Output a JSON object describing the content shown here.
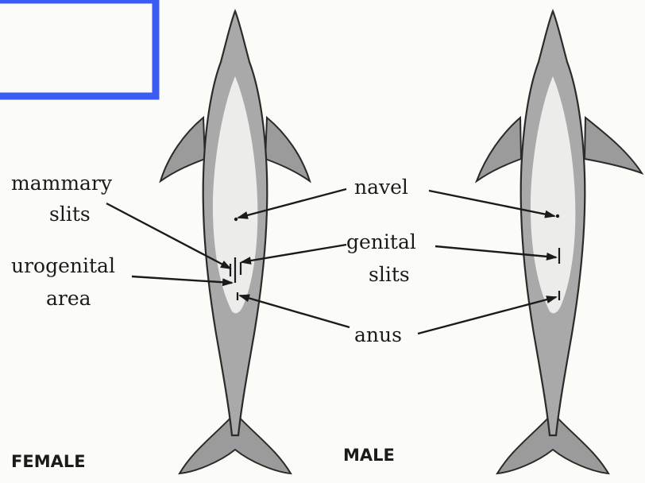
{
  "labels": {
    "mammary": "mammary",
    "slits_left": "slits",
    "urogenital": "urogenital",
    "area": "area",
    "navel": "navel",
    "genital": "genital",
    "slits_center": "slits",
    "anus": "anus"
  },
  "captions": {
    "female": "FEMALE",
    "male": "MALE"
  },
  "colors": {
    "frame": "#3b5bf5",
    "body": "#a9a9a9",
    "belly": "#ececea"
  }
}
